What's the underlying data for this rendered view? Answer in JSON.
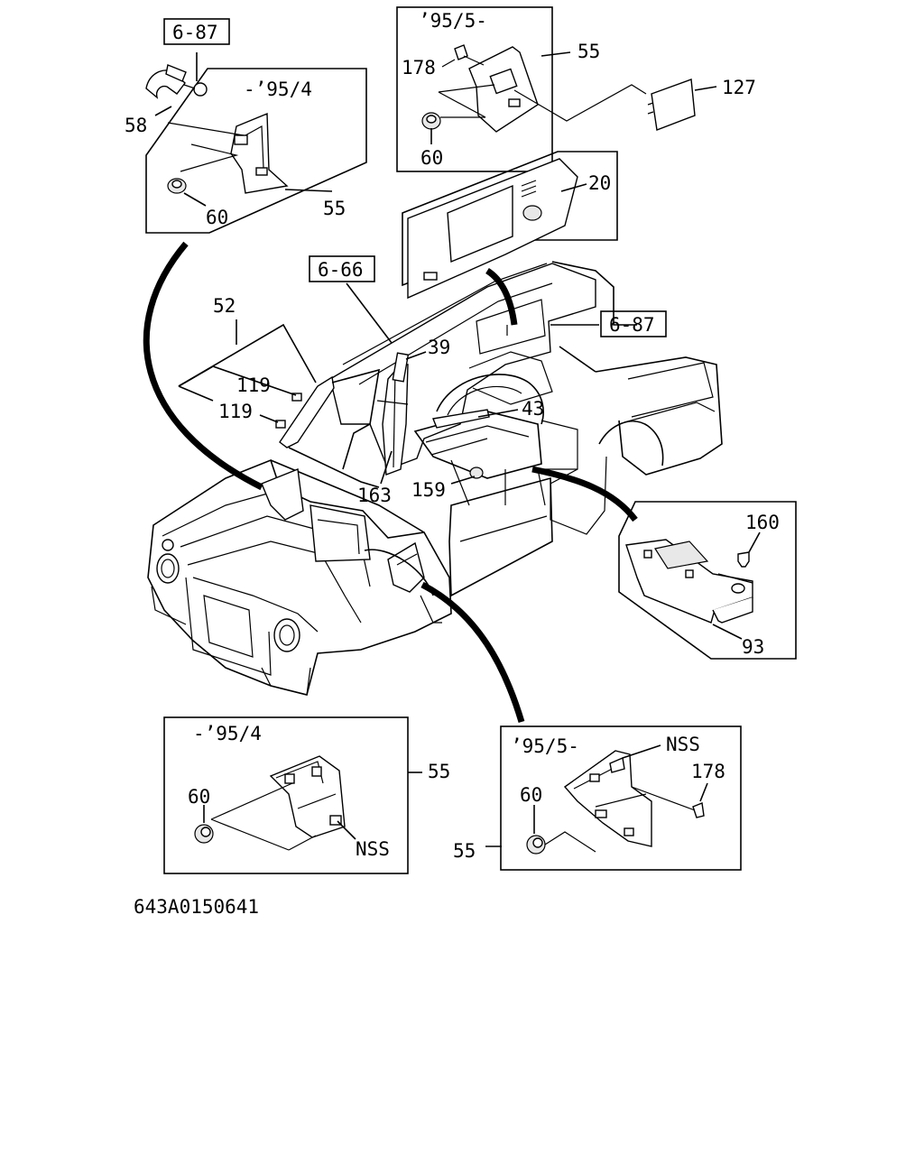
{
  "refs": {
    "ref_a": "6-87",
    "ref_b": "6-66",
    "ref_c": "6-87"
  },
  "insets": {
    "top_left_date": "-’95/4",
    "top_right_date": "’95/5-",
    "bottom_left_date": "-’95/4",
    "bottom_right_date": "’95/5-"
  },
  "parts": {
    "p58": "58",
    "p55_tl": "55",
    "p60_tl": "60",
    "p178_tr": "178",
    "p55_tr": "55",
    "p127": "127",
    "p60_tr": "60",
    "p20": "20",
    "p52": "52",
    "p119_a": "119",
    "p119_b": "119",
    "p39": "39",
    "p43": "43",
    "p163": "163",
    "p159": "159",
    "p160": "160",
    "p93": "93",
    "p60_bl": "60",
    "p55_bl": "55",
    "nss_bl": "NSS",
    "nss_br": "NSS",
    "p178_br": "178",
    "p60_br": "60",
    "p55_br": "55"
  },
  "figure_code": "643A0150641"
}
